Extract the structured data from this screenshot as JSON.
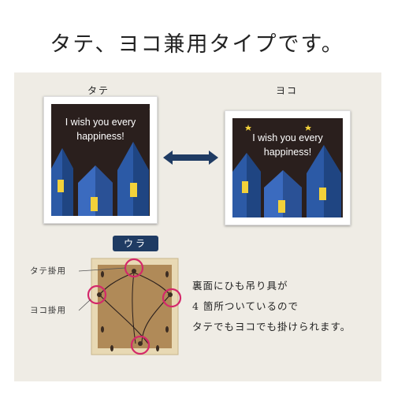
{
  "headline": "タテ、ヨコ兼用タイプです。",
  "orientation": {
    "portrait_label": "タテ",
    "landscape_label": "ヨコ"
  },
  "artwork": {
    "line1": "I wish you every",
    "line2": "happiness!"
  },
  "arrow_icon": "double-arrow-icon",
  "back": {
    "tab_label": "ウラ",
    "portrait_hook_label": "タテ掛用",
    "landscape_hook_label": "ヨコ掛用",
    "highlight_color": "#d4286a"
  },
  "description": {
    "line1": "裏面にひも吊り具が",
    "line2": "4 箇所ついているので",
    "line3": "タテでもヨコでも掛けられます。"
  },
  "colors": {
    "panel": "#efece5",
    "accent": "#1f3b63",
    "highlight": "#d4286a"
  }
}
